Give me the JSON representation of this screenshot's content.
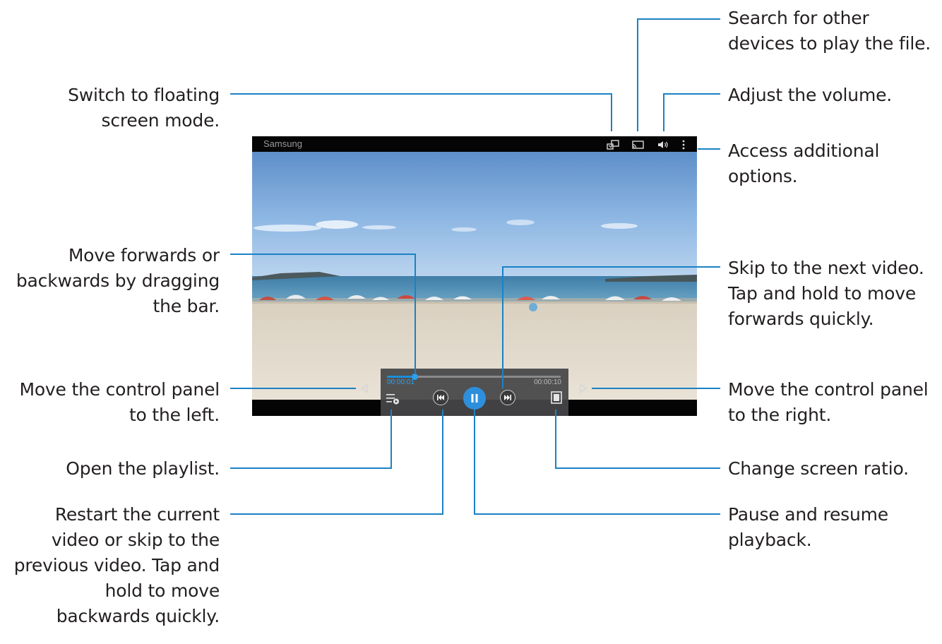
{
  "player": {
    "title": "Samsung",
    "elapsed": "00:00:01",
    "total": "00:00:10",
    "progress": 0.16
  },
  "callouts": {
    "floating": [
      "Switch to floating",
      "screen mode."
    ],
    "search_devices": [
      "Search for other",
      "devices to play the file."
    ],
    "volume": [
      "Adjust the volume."
    ],
    "options": [
      "Access additional",
      "options."
    ],
    "seek": [
      "Move forwards or",
      "backwards by dragging",
      "the bar."
    ],
    "next": [
      "Skip to the next video.",
      "Tap and hold to move",
      "forwards quickly."
    ],
    "move_left": [
      "Move the control panel",
      "to the left."
    ],
    "move_right": [
      "Move the control panel",
      "to the right."
    ],
    "playlist": [
      "Open the playlist."
    ],
    "ratio": [
      "Change screen ratio."
    ],
    "previous": [
      "Restart the current",
      "video or skip to the",
      "previous video. Tap and",
      "hold to move",
      "backwards quickly."
    ],
    "pause": [
      "Pause and resume",
      "playback."
    ]
  },
  "colors": {
    "leader": "#1a82c4",
    "accent": "#2d8fdc",
    "text": "#231f20"
  },
  "icons": {
    "floating": "picture-in-picture-icon",
    "share": "cast-icon",
    "volume": "speaker-icon",
    "more": "more-vert-icon",
    "playlist": "playlist-icon",
    "previous": "skip-previous-icon",
    "pause": "pause-icon",
    "next": "skip-next-icon",
    "ratio": "screen-ratio-icon",
    "left": "arrow-left-icon",
    "right": "arrow-right-icon"
  }
}
